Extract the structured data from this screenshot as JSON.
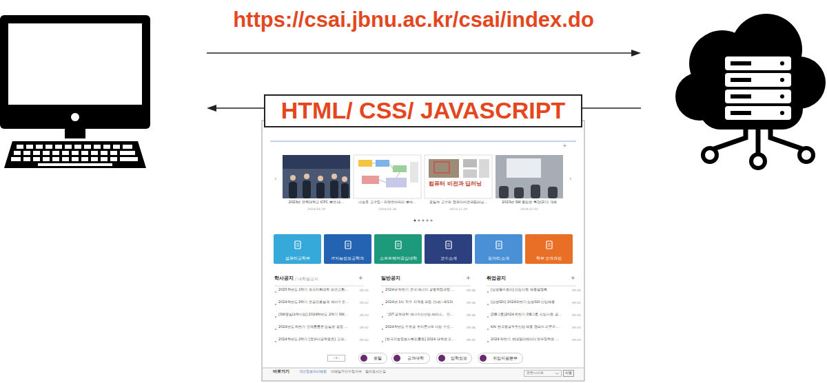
{
  "diagram": {
    "nodes": [
      {
        "text": [
          "HTML/ CSS/ JAVASCRIPT"
        ]
      },
      {
        "text": [
          "+",
          "‹",
          "›",
          "2023년 전북대학교 ICPC 본선 대…",
          "나승훈 교수팀 - 자연언어처리 분야…",
          "오일석 교수의 컴퓨터비전과딥러닝…",
          "2023년 SW 졸업생 특강(2기) 개최",
          "2024.03.19",
          "2024.03.26",
          "2023.12.19",
          "2024.07.01",
          "컴퓨터 비전과 딥러닝",
          "학사공지",
          "/ 대학원공지",
          "+",
          "일반공지",
          "+",
          "취업공지",
          "+",
          "2025학년도 1학기 외국자회대학 파견교환…",
          "2024학년도 2학기 전공진로설계 재이수 운…",
          "[SW중심대학사업] 2024학년도 2학기 SW…",
          "2024년도 하반기 인재통통문 입실생 모집 …",
          "2024학년도 2학기 [컴퓨터공학종료] 교과…",
          "2024년 하반기 전국 에너지 공동학점과정 …",
          "2024년 1차 직무 자격증 과정 안내(~9/13)",
          "「JST 공유대학 에너지신산업 세미나」 안…",
          "2024학년도 두유코 투자콘서트 사업 수요…",
          "[한국지능정보사회진흥원] 2024 대학생 표…",
          "[삼성웰스토리] 신입사원 채용설명회",
          "[삼성SDI] 2024하반기 삼성SDI 신입채용",
          "[DB그룹]2024 하반기 DB그룹 신입사원 공…",
          "KAI 한국항공우주산업 채용 캠퍼스 리쿠르…",
          "2024 하반기 현대엘리베이터 연구장학생 …",
          "09.05",
          "09.02",
          "09.03",
          "09.02",
          "09.02",
          "09.06",
          "09.06",
          "09.06",
          "09.06",
          "09.05",
          "09.05",
          "09.05",
          "09.05",
          "09.03",
          "09.03",
          "바로가기",
          "개인정보처리방침",
          "이메일무단수집거부",
          "찾아오시는길"
        ]
      },
      {
        "text": [
          "컴퓨터공학부"
        ],
        "in": 1
      },
      {
        "text": [
          "IT지능정보공학과"
        ],
        "in": 1
      },
      {
        "text": [
          "소프트웨어중심대학"
        ],
        "in": 1
      },
      {
        "text": [
          "교수소개"
        ],
        "in": 1
      },
      {
        "text": [
          "동아리 소개"
        ],
        "in": 1
      },
      {
        "text": [
          "학부 교과과정"
        ],
        "in": 1
      },
      {
        "text": [
          "‹ II ›"
        ],
        "in": 1
      },
      {
        "text": [
          "포털"
        ],
        "in": 1
      },
      {
        "text": [
          "공과대학"
        ],
        "in": 1
      },
      {
        "text": [
          "입학정보"
        ],
        "in": 1
      },
      {
        "text": [
          "취업지원본부"
        ],
        "in": 1
      },
      {
        "text": [
          "관련사이트"
        ],
        "in": 1
      },
      {
        "text": [
          "이동"
        ],
        "in": 1
      }
    ],
    "labels": [
      "https://csai.jbnu.ac.kr/csai/index.do"
    ]
  }
}
